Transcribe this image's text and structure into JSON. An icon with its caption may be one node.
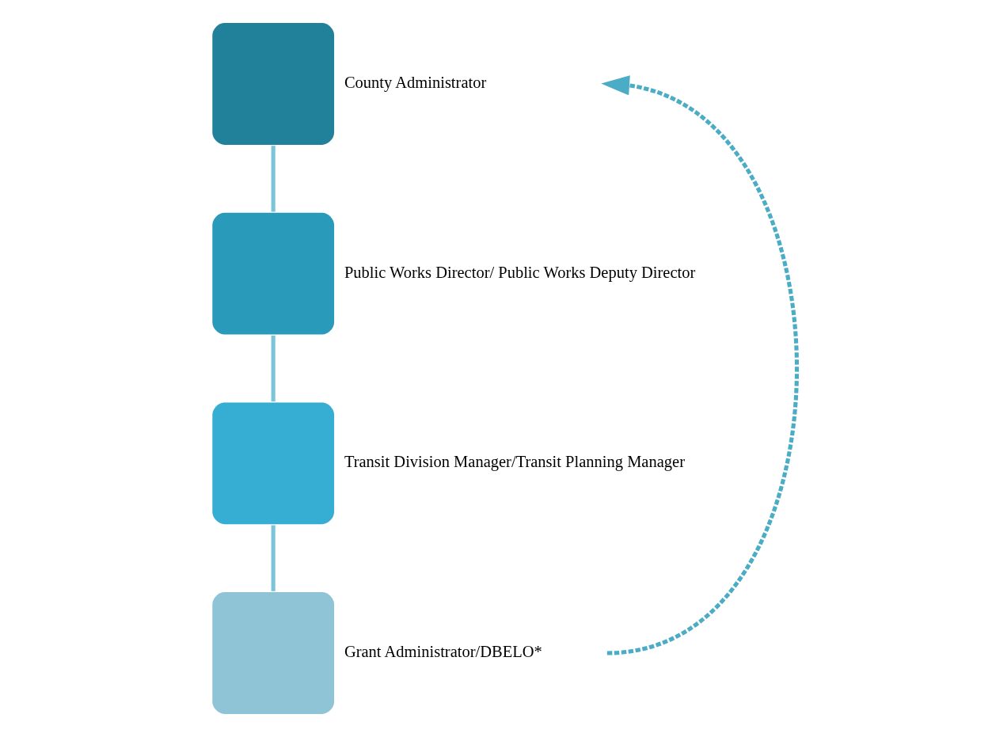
{
  "diagram": {
    "nodes": [
      {
        "text": [
          "County Administrator"
        ]
      },
      {
        "text": [
          "Public Works Director/ Public Works Deputy Director"
        ]
      },
      {
        "text": [
          "Transit Division Manager/Transit Planning Manager"
        ]
      },
      {
        "text": [
          "Grant Administrator/DBELO*"
        ]
      }
    ],
    "edges": [
      {
        "from": 0,
        "to": 1,
        "arrow": "none"
      },
      {
        "from": 1,
        "to": 2,
        "arrow": "none"
      },
      {
        "from": 2,
        "to": 3,
        "arrow": "none"
      },
      {
        "from": 3,
        "to": 0,
        "arrow": "to",
        "style": "dashed",
        "color": "#4bacc6"
      }
    ]
  }
}
